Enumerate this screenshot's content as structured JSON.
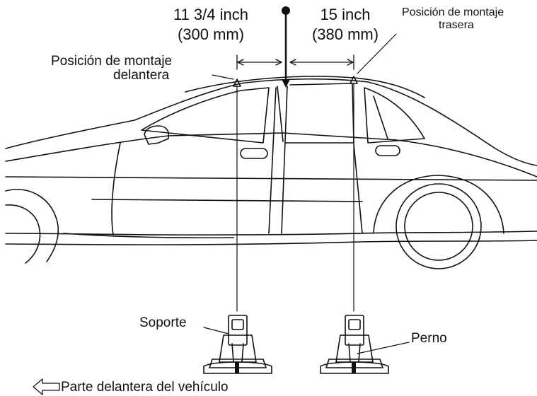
{
  "dimensions": {
    "front_inch": "11 3/4 inch",
    "front_mm": "(300 mm)",
    "rear_inch": "15 inch",
    "rear_mm": "(380 mm)"
  },
  "labels": {
    "front_position_line1": "Posición de montaje",
    "front_position_line2": "delantera",
    "rear_position_line1": "Posición de montaje",
    "rear_position_line2": "trasera",
    "support": "Soporte",
    "bolt": "Perno",
    "vehicle_front": "Parte delantera del vehículo"
  },
  "icons": {
    "direction": "arrow-left-outline-icon",
    "reference": "reference-pin-icon"
  },
  "colors": {
    "line": "#111111",
    "background": "#ffffff"
  }
}
